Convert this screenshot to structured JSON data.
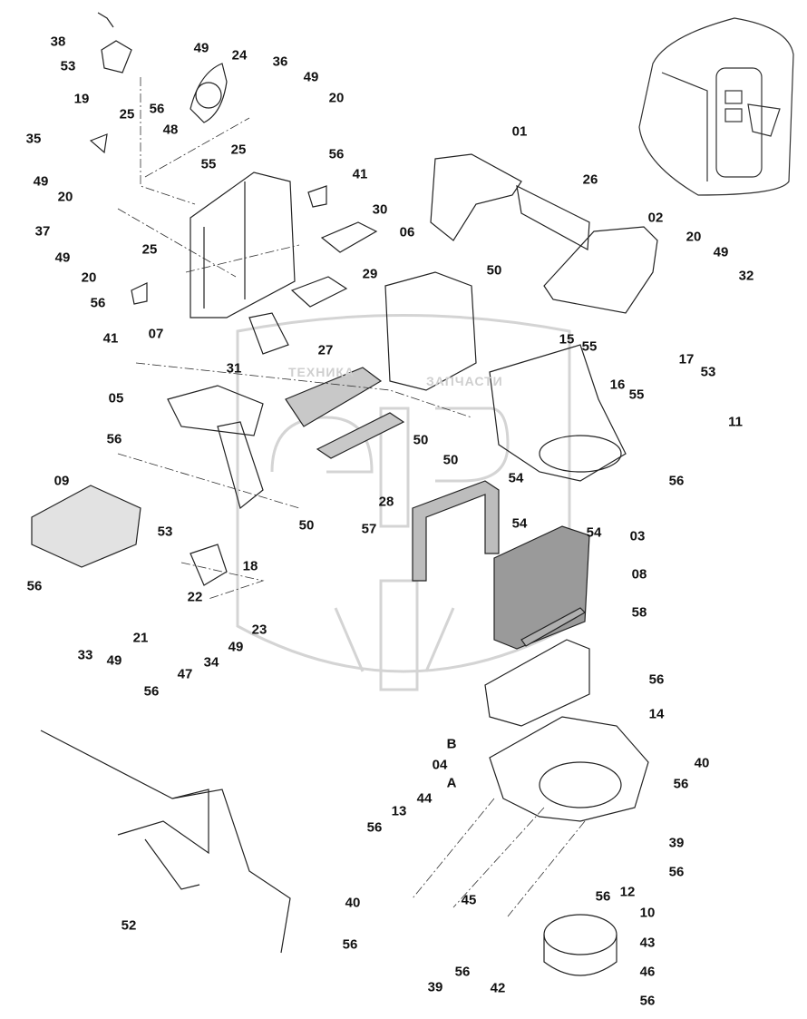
{
  "diagram": {
    "type": "exploded-parts-diagram",
    "subject": "Cab air conditioner / heater unit assembly",
    "watermark": {
      "left_text": "ТЕХНИКА",
      "right_text": "ЗАПЧАСТИ",
      "logo_letters": "GTP"
    },
    "group_label": {
      "number": "04",
      "sub_a": "A",
      "sub_b": "B"
    },
    "callouts": [
      {
        "id": "c38",
        "text": "38"
      },
      {
        "id": "c53a",
        "text": "53"
      },
      {
        "id": "c19",
        "text": "19"
      },
      {
        "id": "c49a",
        "text": "49"
      },
      {
        "id": "c24",
        "text": "24"
      },
      {
        "id": "c56a",
        "text": "56"
      },
      {
        "id": "c48",
        "text": "48"
      },
      {
        "id": "c36",
        "text": "36"
      },
      {
        "id": "c49b",
        "text": "49"
      },
      {
        "id": "c20a",
        "text": "20"
      },
      {
        "id": "c25a",
        "text": "25"
      },
      {
        "id": "c25b",
        "text": "25"
      },
      {
        "id": "c35",
        "text": "35"
      },
      {
        "id": "c49c",
        "text": "49"
      },
      {
        "id": "c20b",
        "text": "20"
      },
      {
        "id": "c55a",
        "text": "55"
      },
      {
        "id": "c56b",
        "text": "56"
      },
      {
        "id": "c41a",
        "text": "41"
      },
      {
        "id": "c37",
        "text": "37"
      },
      {
        "id": "c49d",
        "text": "49"
      },
      {
        "id": "c25c",
        "text": "25"
      },
      {
        "id": "c20c",
        "text": "20"
      },
      {
        "id": "c56c",
        "text": "56"
      },
      {
        "id": "c41b",
        "text": "41"
      },
      {
        "id": "c07",
        "text": "07"
      },
      {
        "id": "c30",
        "text": "30"
      },
      {
        "id": "c29",
        "text": "29"
      },
      {
        "id": "c31",
        "text": "31"
      },
      {
        "id": "c27",
        "text": "27"
      },
      {
        "id": "c01",
        "text": "01"
      },
      {
        "id": "c26",
        "text": "26"
      },
      {
        "id": "c02",
        "text": "02"
      },
      {
        "id": "c06",
        "text": "06"
      },
      {
        "id": "c50a",
        "text": "50"
      },
      {
        "id": "c20d",
        "text": "20"
      },
      {
        "id": "c49e",
        "text": "49"
      },
      {
        "id": "c32",
        "text": "32"
      },
      {
        "id": "c15",
        "text": "15"
      },
      {
        "id": "c55b",
        "text": "55"
      },
      {
        "id": "c17",
        "text": "17"
      },
      {
        "id": "c53b",
        "text": "53"
      },
      {
        "id": "c16",
        "text": "16"
      },
      {
        "id": "c55c",
        "text": "55"
      },
      {
        "id": "c11",
        "text": "11"
      },
      {
        "id": "c05",
        "text": "05"
      },
      {
        "id": "c56d",
        "text": "56"
      },
      {
        "id": "c50b",
        "text": "50"
      },
      {
        "id": "c50c",
        "text": "50"
      },
      {
        "id": "c28",
        "text": "28"
      },
      {
        "id": "c09",
        "text": "09"
      },
      {
        "id": "c56e",
        "text": "56"
      },
      {
        "id": "c50d",
        "text": "50"
      },
      {
        "id": "c57",
        "text": "57"
      },
      {
        "id": "c54a",
        "text": "54"
      },
      {
        "id": "c54b",
        "text": "54"
      },
      {
        "id": "c54c",
        "text": "54"
      },
      {
        "id": "c03",
        "text": "03"
      },
      {
        "id": "c56f",
        "text": "56"
      },
      {
        "id": "c08",
        "text": "08"
      },
      {
        "id": "c58",
        "text": "58"
      },
      {
        "id": "c53c",
        "text": "53"
      },
      {
        "id": "c18",
        "text": "18"
      },
      {
        "id": "c22",
        "text": "22"
      },
      {
        "id": "c23",
        "text": "23"
      },
      {
        "id": "c33",
        "text": "33"
      },
      {
        "id": "c49f",
        "text": "49"
      },
      {
        "id": "c21",
        "text": "21"
      },
      {
        "id": "c34",
        "text": "34"
      },
      {
        "id": "c49g",
        "text": "49"
      },
      {
        "id": "c47",
        "text": "47"
      },
      {
        "id": "c56g",
        "text": "56"
      },
      {
        "id": "c56h",
        "text": "56"
      },
      {
        "id": "c14",
        "text": "14"
      },
      {
        "id": "c40a",
        "text": "40"
      },
      {
        "id": "c56i",
        "text": "56"
      },
      {
        "id": "c44",
        "text": "44"
      },
      {
        "id": "c13",
        "text": "13"
      },
      {
        "id": "c56j",
        "text": "56"
      },
      {
        "id": "c39a",
        "text": "39"
      },
      {
        "id": "c56k",
        "text": "56"
      },
      {
        "id": "c12",
        "text": "12"
      },
      {
        "id": "c56l",
        "text": "56"
      },
      {
        "id": "c45",
        "text": "45"
      },
      {
        "id": "c10",
        "text": "10"
      },
      {
        "id": "c40b",
        "text": "40"
      },
      {
        "id": "c56m",
        "text": "56"
      },
      {
        "id": "c39b",
        "text": "39"
      },
      {
        "id": "c56n",
        "text": "56"
      },
      {
        "id": "c42",
        "text": "42"
      },
      {
        "id": "c43",
        "text": "43"
      },
      {
        "id": "c46",
        "text": "46"
      },
      {
        "id": "c56o",
        "text": "56"
      },
      {
        "id": "c52",
        "text": "52"
      }
    ]
  }
}
